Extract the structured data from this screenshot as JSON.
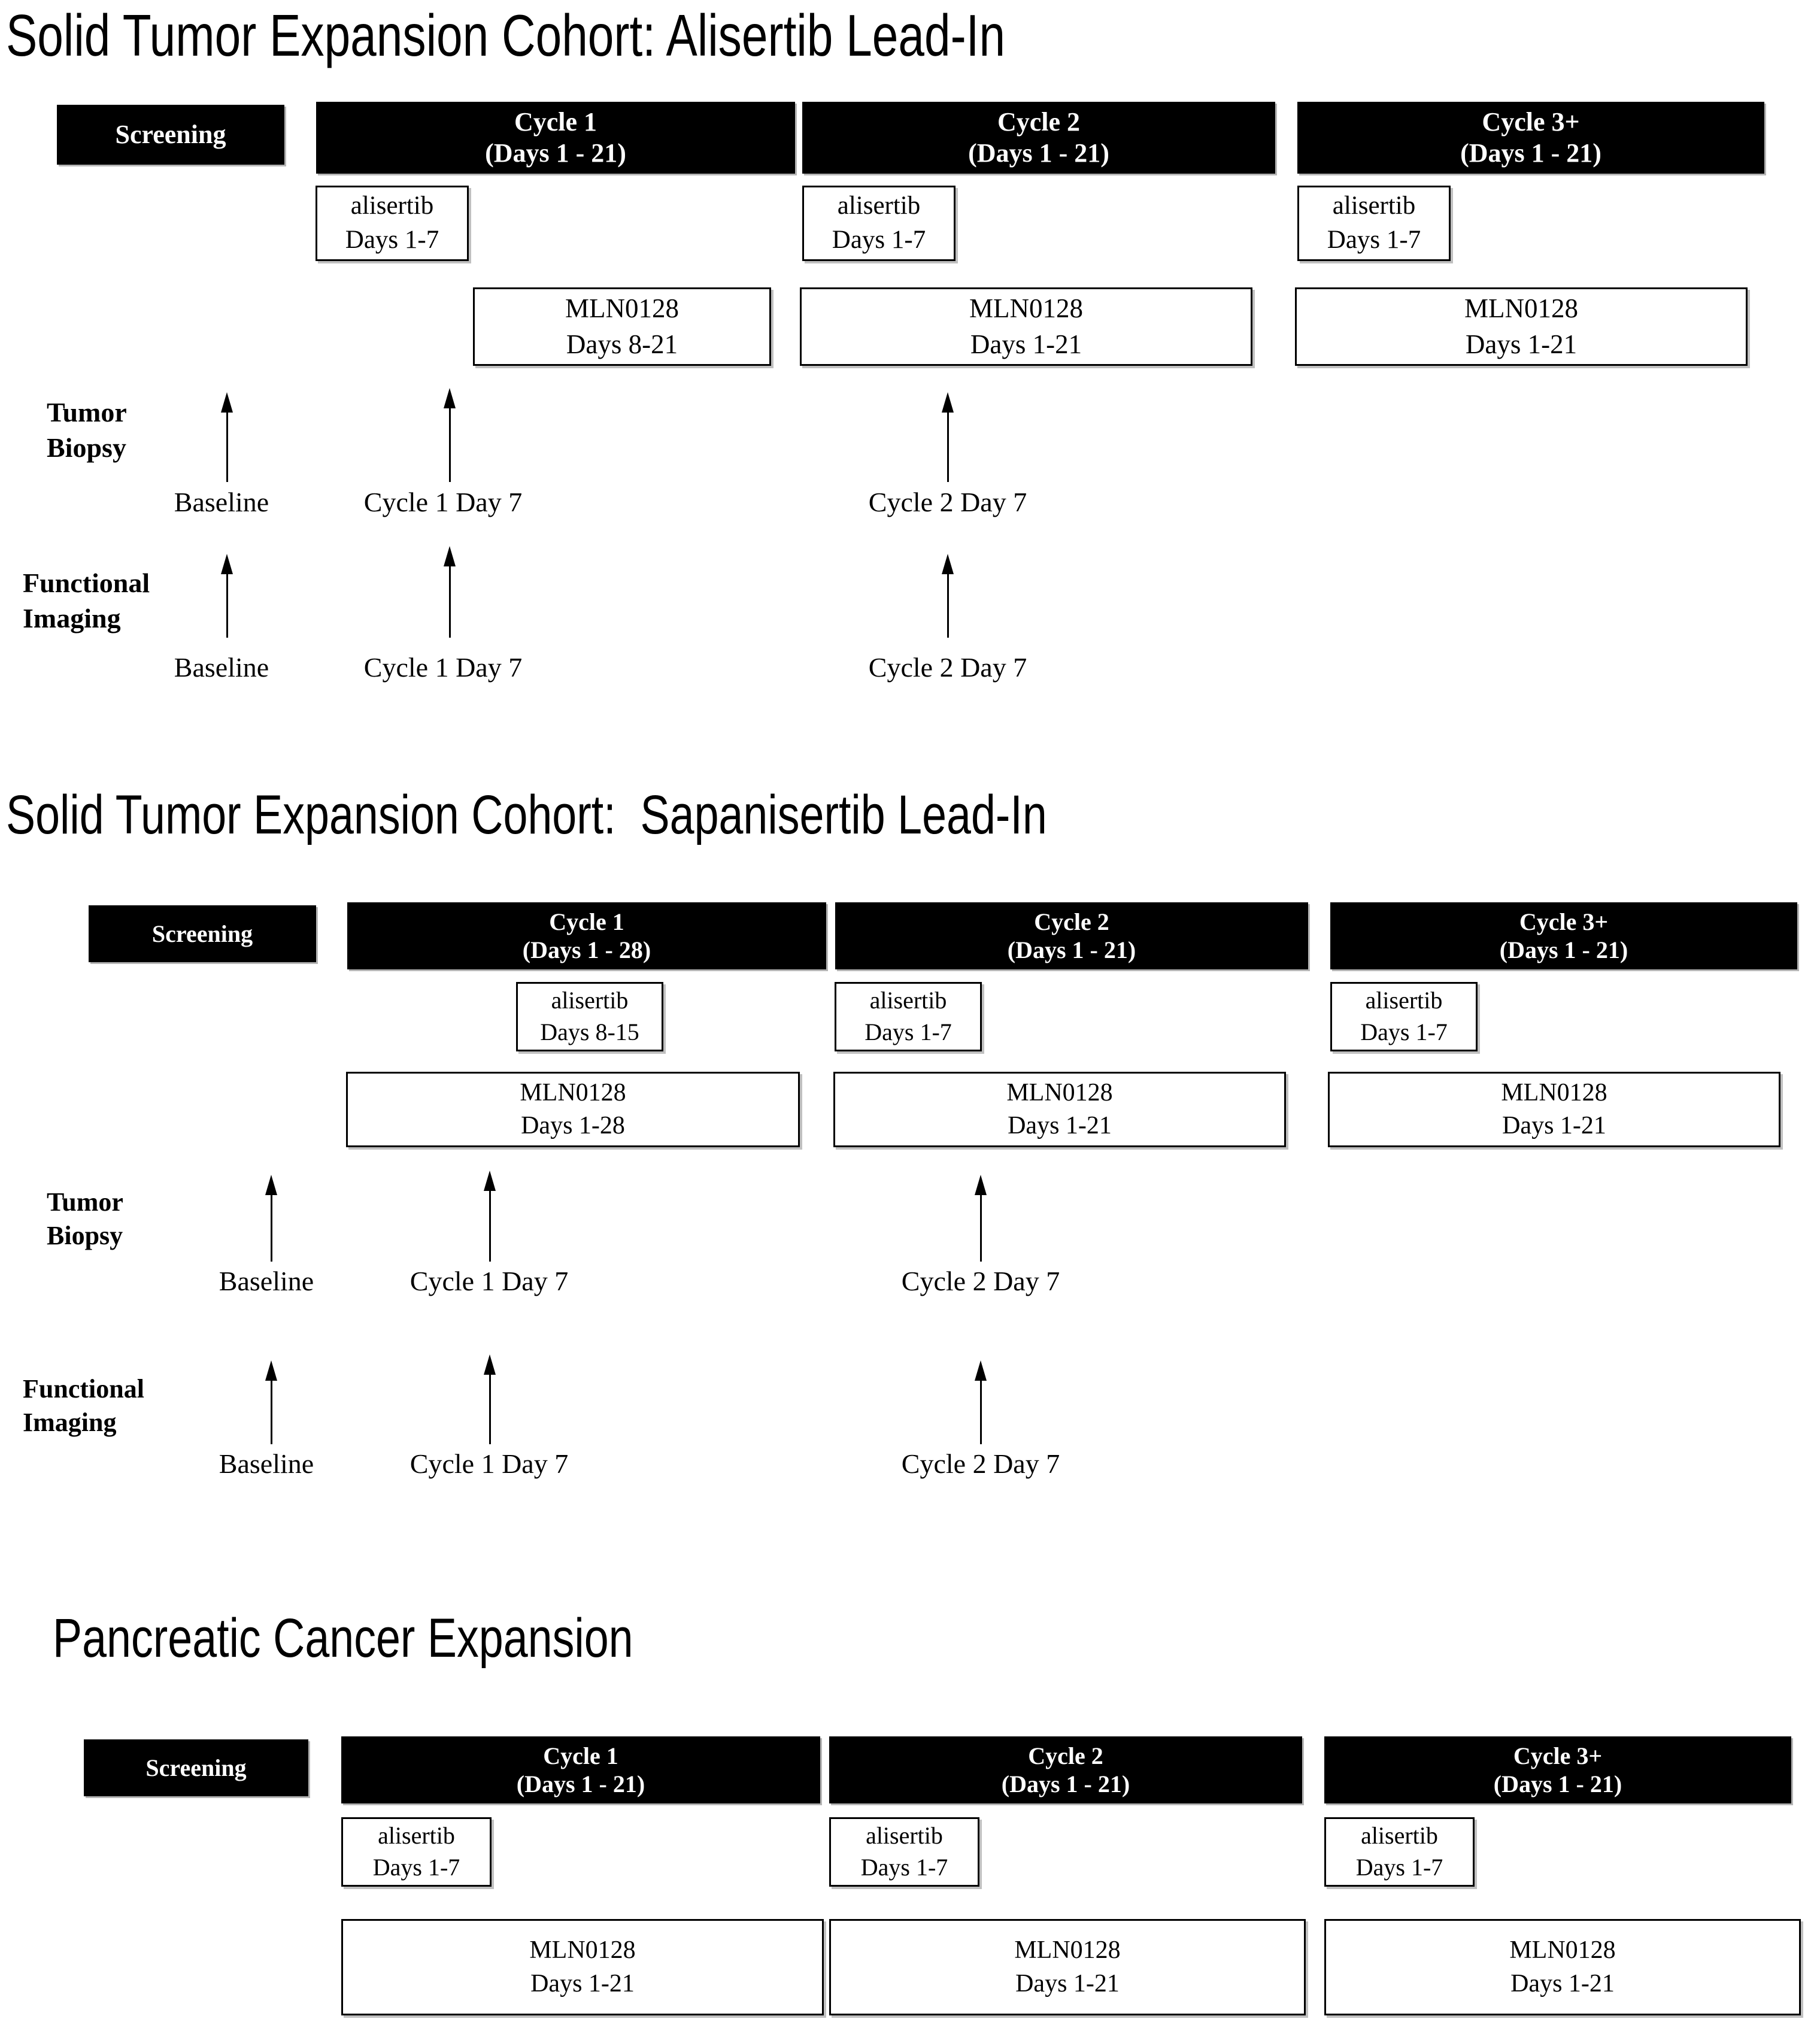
{
  "figure": {
    "type": "clinical-trial-schema",
    "background_color": "#ffffff",
    "header_box_color": "#000000",
    "header_text_color": "#ffffff",
    "drug_box_border_color": "#000000"
  },
  "sections": [
    {
      "id": "alisertib-lead-in",
      "title": "Solid Tumor Expansion Cohort: Alisertib Lead-In",
      "screening_label": "Screening",
      "cycles": [
        {
          "name": "Cycle 1",
          "days": "(Days 1 - 21)"
        },
        {
          "name": "Cycle 2",
          "days": "(Days 1 - 21)"
        },
        {
          "name": "Cycle 3+",
          "days": "(Days 1 - 21)"
        }
      ],
      "alisertib": [
        {
          "drug": "alisertib",
          "days": "Days 1-7"
        },
        {
          "drug": "alisertib",
          "days": "Days 1-7"
        },
        {
          "drug": "alisertib",
          "days": "Days 1-7"
        }
      ],
      "mln0128": [
        {
          "drug": "MLN0128",
          "days": "Days 8-21"
        },
        {
          "drug": "MLN0128",
          "days": "Days 1-21"
        },
        {
          "drug": "MLN0128",
          "days": "Days 1-21"
        }
      ],
      "assessments": [
        {
          "label": "Tumor\nBiopsy",
          "timepoints": [
            "Baseline",
            "Cycle 1 Day 7",
            "Cycle 2 Day 7"
          ]
        },
        {
          "label": "Functional\nImaging",
          "timepoints": [
            "Baseline",
            "Cycle 1 Day 7",
            "Cycle 2 Day 7"
          ]
        }
      ]
    },
    {
      "id": "sapanisertib-lead-in",
      "title": "Solid Tumor Expansion Cohort:  Sapanisertib Lead-In",
      "screening_label": "Screening",
      "cycles": [
        {
          "name": "Cycle 1",
          "days": "(Days 1 - 28)"
        },
        {
          "name": "Cycle 2",
          "days": "(Days 1 - 21)"
        },
        {
          "name": "Cycle 3+",
          "days": "(Days 1 - 21)"
        }
      ],
      "alisertib": [
        {
          "drug": "alisertib",
          "days": "Days 8-15"
        },
        {
          "drug": "alisertib",
          "days": "Days 1-7"
        },
        {
          "drug": "alisertib",
          "days": "Days 1-7"
        }
      ],
      "mln0128": [
        {
          "drug": "MLN0128",
          "days": "Days 1-28"
        },
        {
          "drug": "MLN0128",
          "days": "Days 1-21"
        },
        {
          "drug": "MLN0128",
          "days": "Days 1-21"
        }
      ],
      "assessments": [
        {
          "label": "Tumor\nBiopsy",
          "timepoints": [
            "Baseline",
            "Cycle 1 Day 7",
            "Cycle 2 Day 7"
          ]
        },
        {
          "label": "Functional\nImaging",
          "timepoints": [
            "Baseline",
            "Cycle 1 Day 7",
            "Cycle 2 Day 7"
          ]
        }
      ]
    },
    {
      "id": "pancreatic-cancer-expansion",
      "title": "Pancreatic Cancer Expansion",
      "screening_label": "Screening",
      "cycles": [
        {
          "name": "Cycle 1",
          "days": "(Days 1 - 21)"
        },
        {
          "name": "Cycle 2",
          "days": "(Days 1 - 21)"
        },
        {
          "name": "Cycle 3+",
          "days": "(Days 1 - 21)"
        }
      ],
      "alisertib": [
        {
          "drug": "alisertib",
          "days": "Days 1-7"
        },
        {
          "drug": "alisertib",
          "days": "Days 1-7"
        },
        {
          "drug": "alisertib",
          "days": "Days 1-7"
        }
      ],
      "mln0128": [
        {
          "drug": "MLN0128",
          "days": "Days 1-21"
        },
        {
          "drug": "MLN0128",
          "days": "Days 1-21"
        },
        {
          "drug": "MLN0128",
          "days": "Days 1-21"
        }
      ],
      "assessments": []
    }
  ]
}
